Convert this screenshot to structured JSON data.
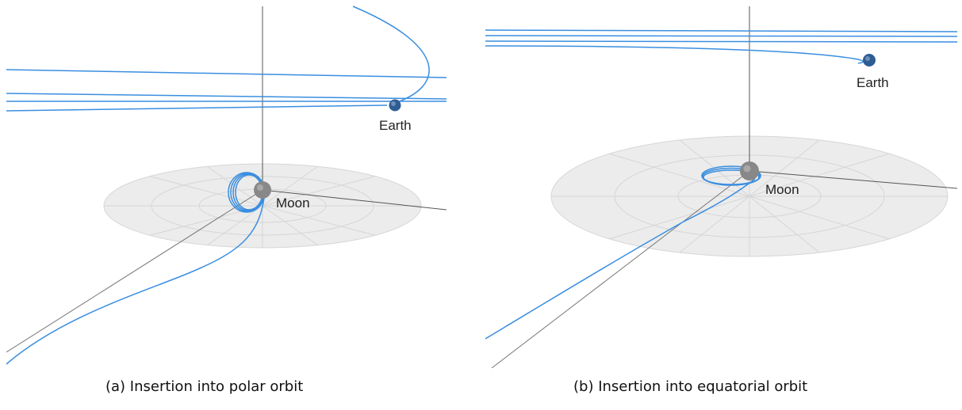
{
  "panels": [
    {
      "earth_label": "Earth",
      "moon_label": "Moon",
      "caption": "(a) Insertion into polar orbit"
    },
    {
      "earth_label": "Earth",
      "moon_label": "Moon",
      "caption": "(b) Insertion into equatorial orbit"
    }
  ],
  "colors": {
    "trajectory": "#3a8ee0",
    "axis": "#555555",
    "grid_disk": "#ececec",
    "grid_lines": "#d4d4d4",
    "moon": "#888888",
    "earth": "#2e5d95"
  }
}
